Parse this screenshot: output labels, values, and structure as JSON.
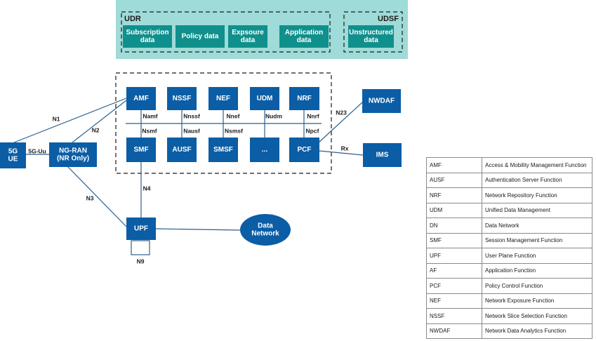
{
  "colors": {
    "node_fill": "#0b5da5",
    "udr_item_fill": "#10908c",
    "data_layer_bg": "#9fdbd8",
    "line": "#2b5f8e"
  },
  "groups": {
    "udr_title": "UDR",
    "udsf_title": "UDSF"
  },
  "data_items": [
    {
      "id": "subscription",
      "lines": [
        "Subscription",
        "data"
      ]
    },
    {
      "id": "policy",
      "lines": [
        "Policy data"
      ]
    },
    {
      "id": "exposure",
      "lines": [
        "Expsoure",
        "data"
      ]
    },
    {
      "id": "application",
      "lines": [
        "Application",
        "data"
      ]
    },
    {
      "id": "unstructured",
      "lines": [
        "Unstructured",
        "data"
      ]
    }
  ],
  "nodes": [
    {
      "id": "amf",
      "lines": [
        "AMF"
      ]
    },
    {
      "id": "nssf",
      "lines": [
        "NSSF"
      ]
    },
    {
      "id": "nef",
      "lines": [
        "NEF"
      ]
    },
    {
      "id": "udm",
      "lines": [
        "UDM"
      ]
    },
    {
      "id": "nrf",
      "lines": [
        "NRF"
      ]
    },
    {
      "id": "smf",
      "lines": [
        "SMF"
      ]
    },
    {
      "id": "ausf",
      "lines": [
        "AUSF"
      ]
    },
    {
      "id": "smsf",
      "lines": [
        "SMSF"
      ]
    },
    {
      "id": "ellipsis",
      "lines": [
        "..."
      ]
    },
    {
      "id": "pcf",
      "lines": [
        "PCF"
      ]
    },
    {
      "id": "nwdaf",
      "lines": [
        "NWDAF"
      ]
    },
    {
      "id": "ims",
      "lines": [
        "IMS"
      ]
    },
    {
      "id": "ue",
      "lines": [
        "5G",
        "UE"
      ]
    },
    {
      "id": "ngran",
      "lines": [
        "NG-RAN",
        "(NR Only)"
      ]
    },
    {
      "id": "upf",
      "lines": [
        "UPF"
      ]
    },
    {
      "id": "dn",
      "lines": [
        "Data",
        "Network"
      ]
    }
  ],
  "interfaces": {
    "top": [
      "Namf",
      "Nnssf",
      "Nnef",
      "Nudm",
      "Nnrf"
    ],
    "bottom": [
      "Nsmf",
      "Nausf",
      "Nsmsf",
      "Npcf"
    ]
  },
  "links": {
    "n1": "N1",
    "n2": "N2",
    "n3": "N3",
    "n4": "N4",
    "n9": "N9",
    "uu": "5G-Uu",
    "n23": "N23",
    "rx": "Rx"
  },
  "legend": [
    {
      "abbr": "AMF",
      "desc": "Access & Mobility Management Function"
    },
    {
      "abbr": "AUSF",
      "desc": "Authentication Server Function"
    },
    {
      "abbr": "NRF",
      "desc": "Network Repository Function"
    },
    {
      "abbr": "UDM",
      "desc": "Unified Data Management"
    },
    {
      "abbr": "DN",
      "desc": "Data Network"
    },
    {
      "abbr": "SMF",
      "desc": "Session Management Function"
    },
    {
      "abbr": "UPF",
      "desc": "User Plane Function"
    },
    {
      "abbr": "AF",
      "desc": "Application Function"
    },
    {
      "abbr": "PCF",
      "desc": "Policy Control Function"
    },
    {
      "abbr": "NEF",
      "desc": "Network Exposure Function"
    },
    {
      "abbr": "NSSF",
      "desc": "Network Slice Selection Function"
    },
    {
      "abbr": "NWDAF",
      "desc": "Network Data Analytics Function"
    }
  ]
}
